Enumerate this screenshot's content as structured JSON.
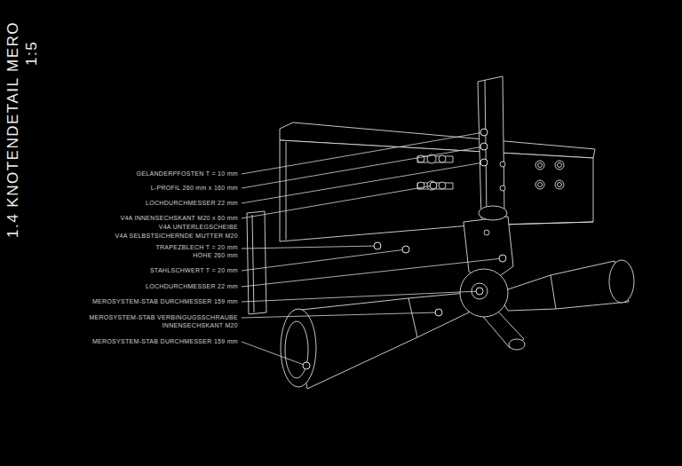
{
  "diagram": {
    "title": "1.4 KNOTENDETAIL MERO",
    "labels": [
      "1:5",
      "GELÄNDERPFOSTEN T = 10 mm",
      "L-PROFIL 260 mm x 160 mm",
      "LOCHDURCHMESSER 22 mm",
      "V4A INNENSECHSKANT M20 x 60 mm",
      "V4A UNTERLEGSCHEIBE",
      "V4A SELBSTSICHERNDE MUTTER M20",
      "TRAPEZBLECH T = 20 mm",
      "HÖHE 260 mm",
      "STAHLSCHWERT T = 20 mm",
      "LOCHDURCHMESSER 22 mm",
      "MEROSYSTEM-STAB DURCHMESSER 159 mm",
      "MEROSYSTEM-STAB VERBINGUGSSCHRAUBE",
      "INNENSECHSKANT M20",
      "MEROSYSTEM-STAB DURCHMESSER 159 mm"
    ]
  }
}
